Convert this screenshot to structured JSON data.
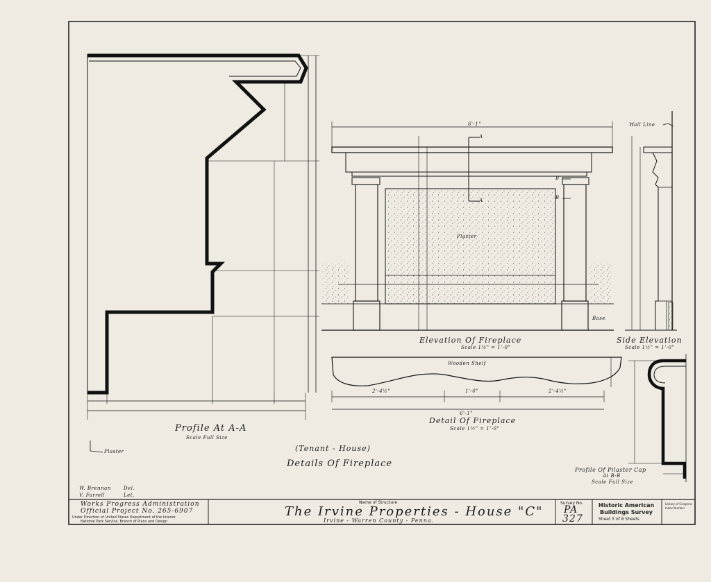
{
  "drawing": {
    "details_title": "Details Of Fireplace",
    "tenant_label": "(Tenant - House)",
    "plaster_note": "Plaster"
  },
  "profile_aa": {
    "title": "Profile At A-A",
    "scale": "Scale Full Size"
  },
  "elevation": {
    "title": "Elevation Of Fireplace",
    "scale": "Scale 1½\" = 1'-0\"",
    "plaster": "Plaster",
    "base": "Base",
    "dim_width": "6'-1\"",
    "marker_a": "A",
    "marker_b": "B"
  },
  "side_elevation": {
    "title": "Side Elevation",
    "scale": "Scale 1½\" = 1'-0\"",
    "wall_line": "Wall Line"
  },
  "detail": {
    "title": "Detail Of Fireplace",
    "scale": "Scale 1½\" = 1'-0\"",
    "shelf": "Wooden Shelf",
    "dim_total": "6'-1\"",
    "dim_left": "2'-4½\"",
    "dim_mid": "1'-0\"",
    "dim_right": "2'-4½\""
  },
  "pilaster_cap": {
    "title": "Profile Of Pilaster Cap",
    "sub": "At B-B",
    "scale": "Scale Full Size"
  },
  "credits": {
    "line1_name": "W. Brennan",
    "line1_role": "Del.",
    "line2_name": "V. Farrell",
    "line2_role": "Let."
  },
  "title_block": {
    "agency1": "Works Progress Administration",
    "agency2": "Official Project No. 265-6907",
    "agency3": "Under Direction of United States Department of the Interior",
    "agency4": "National Park Service, Branch of Plans and Design",
    "name_label": "Name of Structure",
    "structure_name": "The Irvine Properties - House \"C\"",
    "location": "Irvine - Warren County - Penna.",
    "survey_label": "Survey No.",
    "survey_state": "PA",
    "survey_num": "327",
    "habs1": "Historic American",
    "habs2": "Buildings Survey",
    "sheet": "Sheet 5 of 8 Sheets",
    "loc1": "Library of Congress",
    "loc2": "Index Number"
  }
}
